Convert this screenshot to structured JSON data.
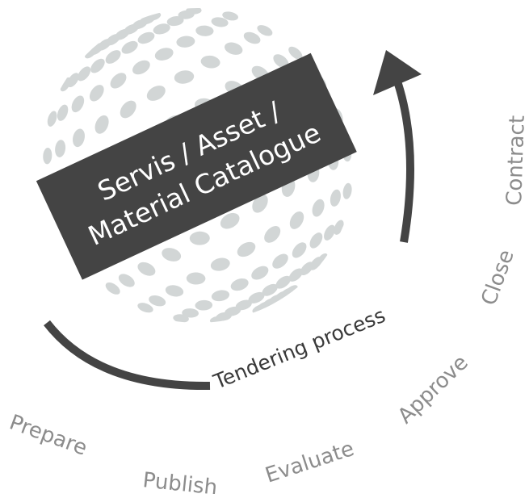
{
  "diagram": {
    "banner": {
      "line1": "Servis / Asset /",
      "line2": "Material Catalogue"
    },
    "process_label": "Tendering process",
    "stages": [
      {
        "id": "prepare",
        "label": "Prepare"
      },
      {
        "id": "publish",
        "label": "Publish"
      },
      {
        "id": "evaluate",
        "label": "Evaluate"
      },
      {
        "id": "approve",
        "label": "Approve"
      },
      {
        "id": "close",
        "label": "Close"
      },
      {
        "id": "contract",
        "label": "Contract"
      }
    ],
    "colors": {
      "dots": "#d2d6d6",
      "banner": "#444444",
      "arrow": "#444444",
      "stage_text": "#8c8c8c",
      "process_text": "#3a3a3a"
    }
  }
}
